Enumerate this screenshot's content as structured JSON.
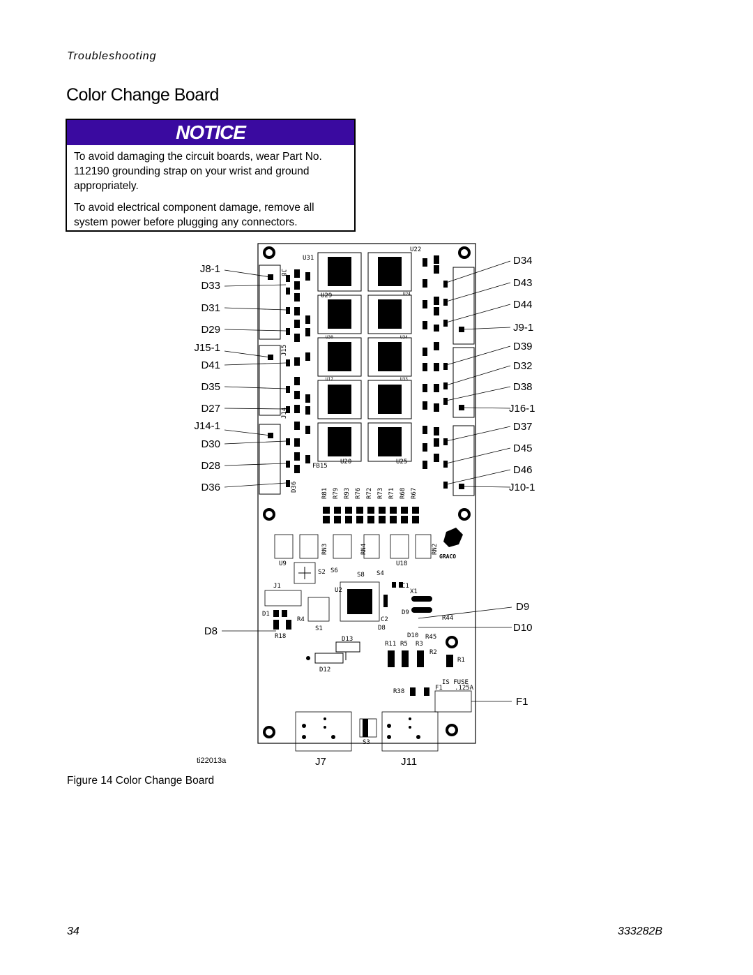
{
  "header": {
    "section": "Troubleshooting",
    "title": "Color Change Board"
  },
  "notice": {
    "heading": "NOTICE",
    "paragraphs": [
      "To avoid damaging the circuit boards, wear Part No. 112190 grounding strap on your wrist and ground appropriately.",
      "To avoid electrical component damage, remove all system power before plugging any connectors."
    ]
  },
  "figure": {
    "id": "ti22013a",
    "caption": "Figure 14  Color Change Board",
    "callouts_left": [
      "J8-1",
      "D33",
      "D31",
      "D29",
      "J15-1",
      "D41",
      "D35",
      "D27",
      "J14-1",
      "D30",
      "D28",
      "D36",
      "D8"
    ],
    "callouts_right": [
      "D34",
      "D43",
      "D44",
      "J9-1",
      "D39",
      "D32",
      "D38",
      "J16-1",
      "D37",
      "D45",
      "D46",
      "J10-1",
      "D9",
      "D10",
      "F1"
    ],
    "callouts_bottom": [
      "J7",
      "J11"
    ],
    "silkscreen": [
      "U31",
      "U22",
      "U29",
      "U24",
      "U30",
      "U34",
      "U17",
      "U33",
      "U20",
      "U25",
      "FB15",
      "U9",
      "U18",
      "U2",
      "J1",
      "D1",
      "R4",
      "S1",
      "S2",
      "S6",
      "S8",
      "S4",
      "C1",
      "X1",
      "D9",
      "C2",
      "D8",
      "R44",
      "D10",
      "R45",
      "R18",
      "D13",
      "R11",
      "R5",
      "R3",
      "R2",
      "R1",
      "D12",
      "R38",
      "F1",
      "S3",
      "RN3",
      "RN4",
      "RN2",
      "GRACO"
    ]
  },
  "footer": {
    "page": "34",
    "doc": "333282B"
  }
}
